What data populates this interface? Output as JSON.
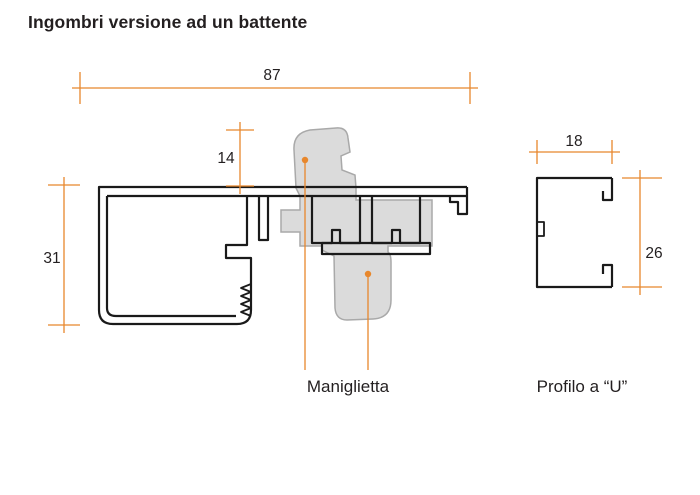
{
  "title": "Ingombri versione ad un battente",
  "dimensions": {
    "total_width": "87",
    "handle_protrusion": "14",
    "frame_depth": "31",
    "u_profile_width": "18",
    "u_profile_height": "26"
  },
  "labels": {
    "handle": "Maniglietta",
    "u_profile": "Profilo a “U”"
  },
  "colors": {
    "dimension_orange": "#E8872C",
    "profile_black": "#1A1A1A",
    "handle_fill": "#DBDBDB",
    "handle_stroke": "#A9A9A9",
    "text_dark": "#231F20"
  }
}
